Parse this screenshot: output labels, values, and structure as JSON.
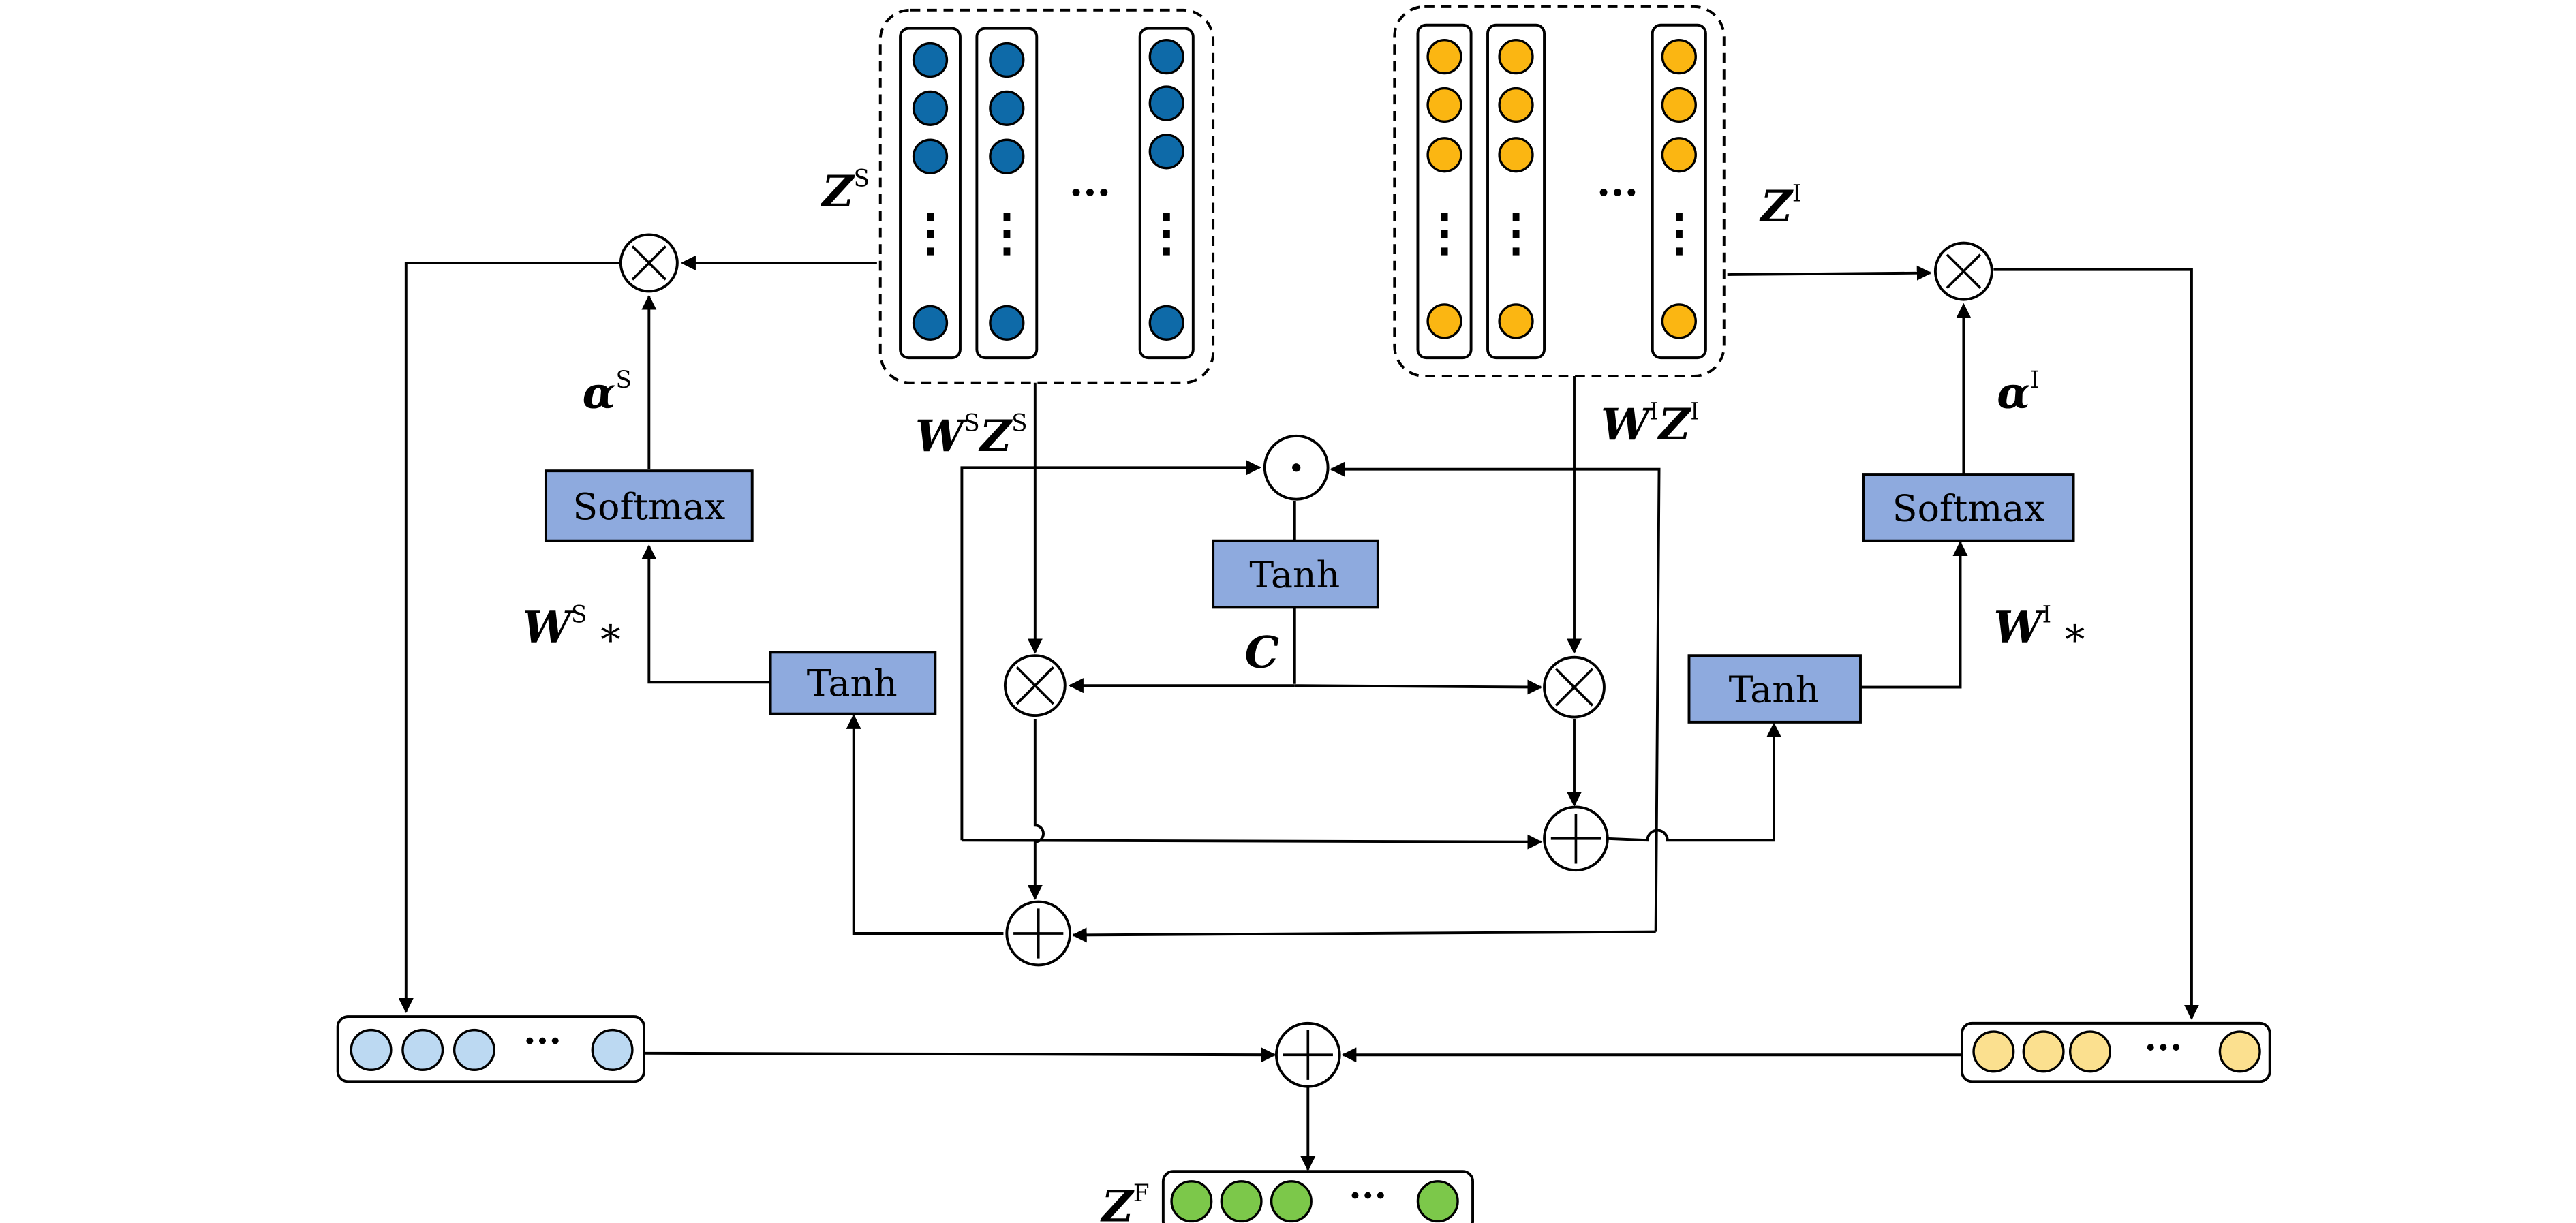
{
  "colors": {
    "blue_node": "#0e6aa8",
    "yellow_node": "#fbb612",
    "light_blue_node": "#bcd9f2",
    "light_yellow_node": "#fbe08f",
    "green_node": "#7cc84a",
    "box_fill": "#8eaade",
    "stroke": "#000000"
  },
  "labels": {
    "zs": {
      "base": "Z",
      "sup": "S"
    },
    "zi": {
      "base": "Z",
      "sup": "I"
    },
    "zf": {
      "base": "Z",
      "sup": "F"
    },
    "alpha_s": {
      "base": "α",
      "sup": "S"
    },
    "alpha_i": {
      "base": "α",
      "sup": "I"
    },
    "ws_zs": {
      "w": "W",
      "wsup": "S",
      "z": "Z",
      "zsup": "S"
    },
    "wi_zi": {
      "w": "W",
      "wsup": "I",
      "z": "Z",
      "zsup": "I"
    },
    "ws_star": {
      "base": "W",
      "sup": "S",
      "star": "∗"
    },
    "wi_star": {
      "base": "W",
      "sup": "I",
      "star": "∗"
    },
    "c": "C"
  },
  "boxes": {
    "softmax_left": "Softmax",
    "softmax_right": "Softmax",
    "tanh_left": "Tanh",
    "tanh_center": "Tanh",
    "tanh_right": "Tanh"
  },
  "operators": {
    "multiply": "×",
    "add": "+",
    "dot": "·"
  },
  "ellipsis": "···",
  "vdots": "⋮"
}
